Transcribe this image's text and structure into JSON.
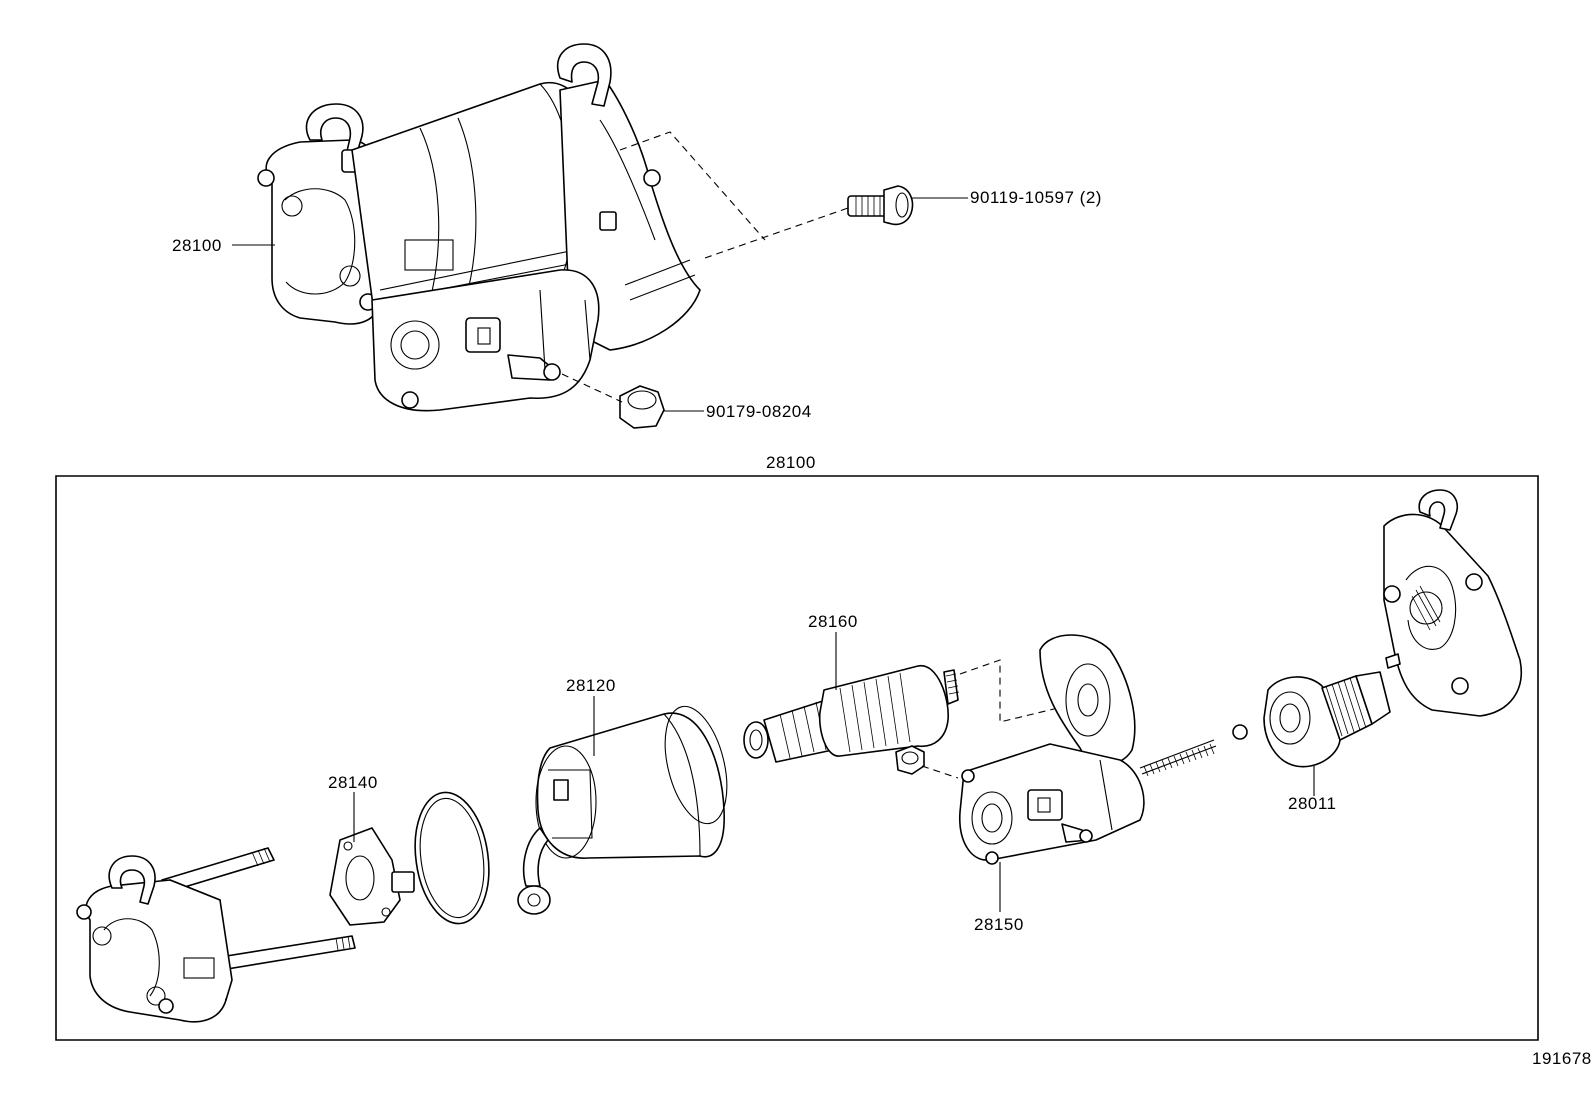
{
  "diagram": {
    "background": "#ffffff",
    "line_color": "#000000",
    "callouts": {
      "starter_assembly_top": "28100",
      "bolt": "90119-10597 (2)",
      "nut": "90179-08204",
      "box_header": "28100",
      "brush_holder": "28140",
      "yoke": "28120",
      "armature": "28160",
      "magnetic_switch": "28150",
      "clutch_pinion": "28011"
    },
    "figure_number": "191678"
  }
}
